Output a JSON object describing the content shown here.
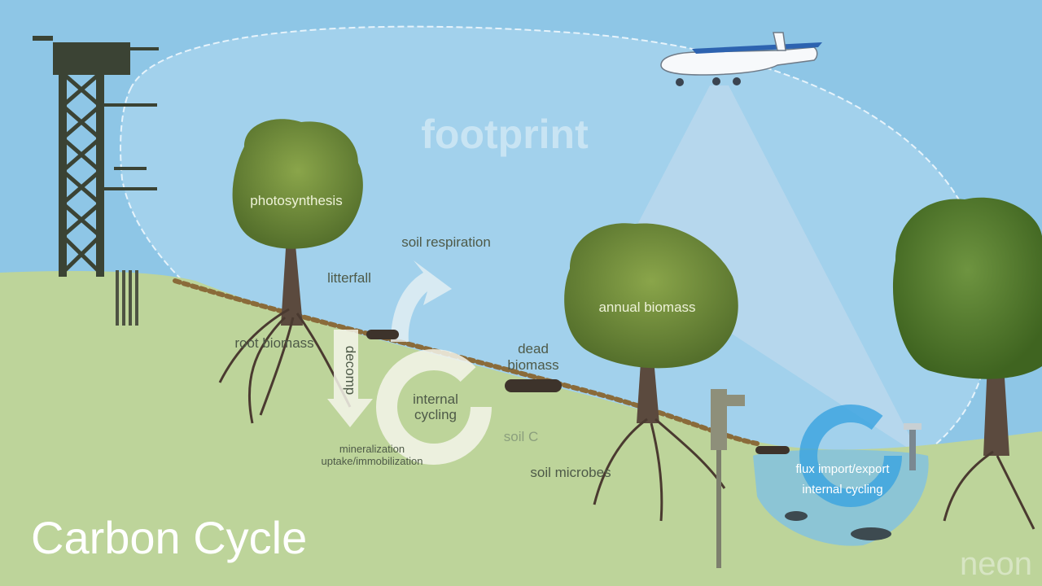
{
  "title": "Carbon Cycle",
  "logo": "neon",
  "labels": {
    "footprint": "footprint",
    "photosynthesis": "photosynthesis",
    "litterfall": "litterfall",
    "soil_respiration": "soil respiration",
    "root_biomass": "root biomass",
    "decomp": "decomp",
    "internal_cycling_line1": "internal",
    "internal_cycling_line2": "cycling",
    "mineralization": "mineralization",
    "uptake": "uptake/immobilization",
    "dead_biomass_line1": "dead",
    "dead_biomass_line2": "biomass",
    "soil_c": "soil C",
    "soil_microbes": "soil microbes",
    "annual_biomass": "annual biomass",
    "flux_import_export": "flux import/export",
    "aquatic_internal_cycling": "internal cycling"
  },
  "colors": {
    "sky": "#8ec6e6",
    "ground": "#bdd49a",
    "canopy": "#6f8f3a",
    "trunk": "#5b4a3e",
    "water": "#5fb3e0",
    "tower": "#3b4334"
  }
}
